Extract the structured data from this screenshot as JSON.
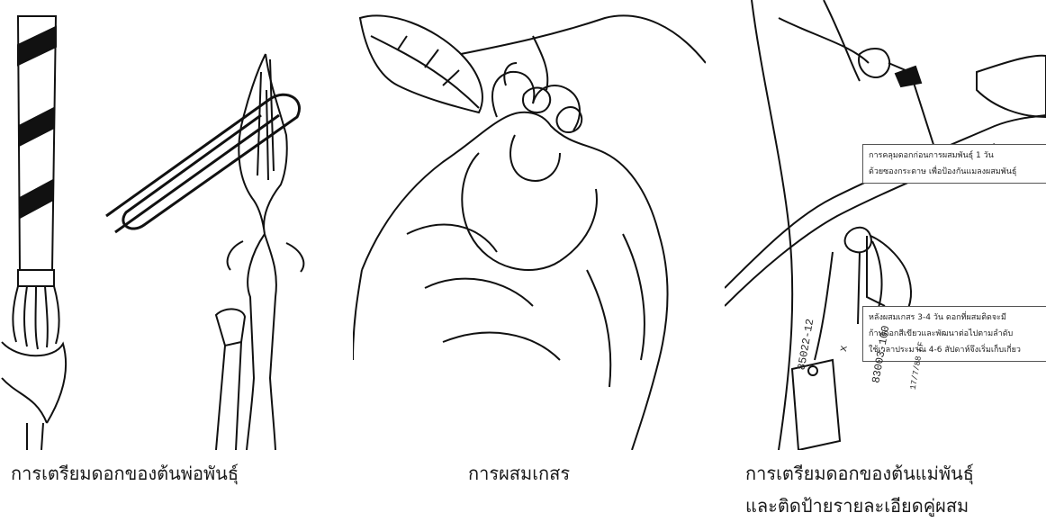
{
  "panels": [
    {
      "caption": "การเตรียมดอกของต้นพ่อพันธุ์"
    },
    {
      "caption": "การผสมเกสร"
    },
    {
      "caption": "การเตรียมดอกของต้นแม่พันธุ์",
      "caption_line2": "และติดป้ายรายละเอียดคู่ผสม"
    }
  ],
  "callouts": {
    "bagging": {
      "line1": "การคลุมดอกก่อนการผสมพันธุ์ 1 วัน",
      "line2": "ด้วยซองกระดาษ เพื่อป้องกันแมลงผสมพันธุ์"
    },
    "after": {
      "line1": "หลังผสมเกสร 3-4 วัน ดอกที่ผสมติดจะมี",
      "line2": "ก้านดอกสีเขียวและพัฒนาต่อไปตามลำดับ",
      "line3": "ใช้เวลาประมาณ 4-6 สัปดาห์จึงเริ่มเก็บเกี่ยว"
    }
  },
  "tag": {
    "line1": "85022-12",
    "line2": "x",
    "line3": "83003-100",
    "line4": "17/7/88 FF"
  }
}
